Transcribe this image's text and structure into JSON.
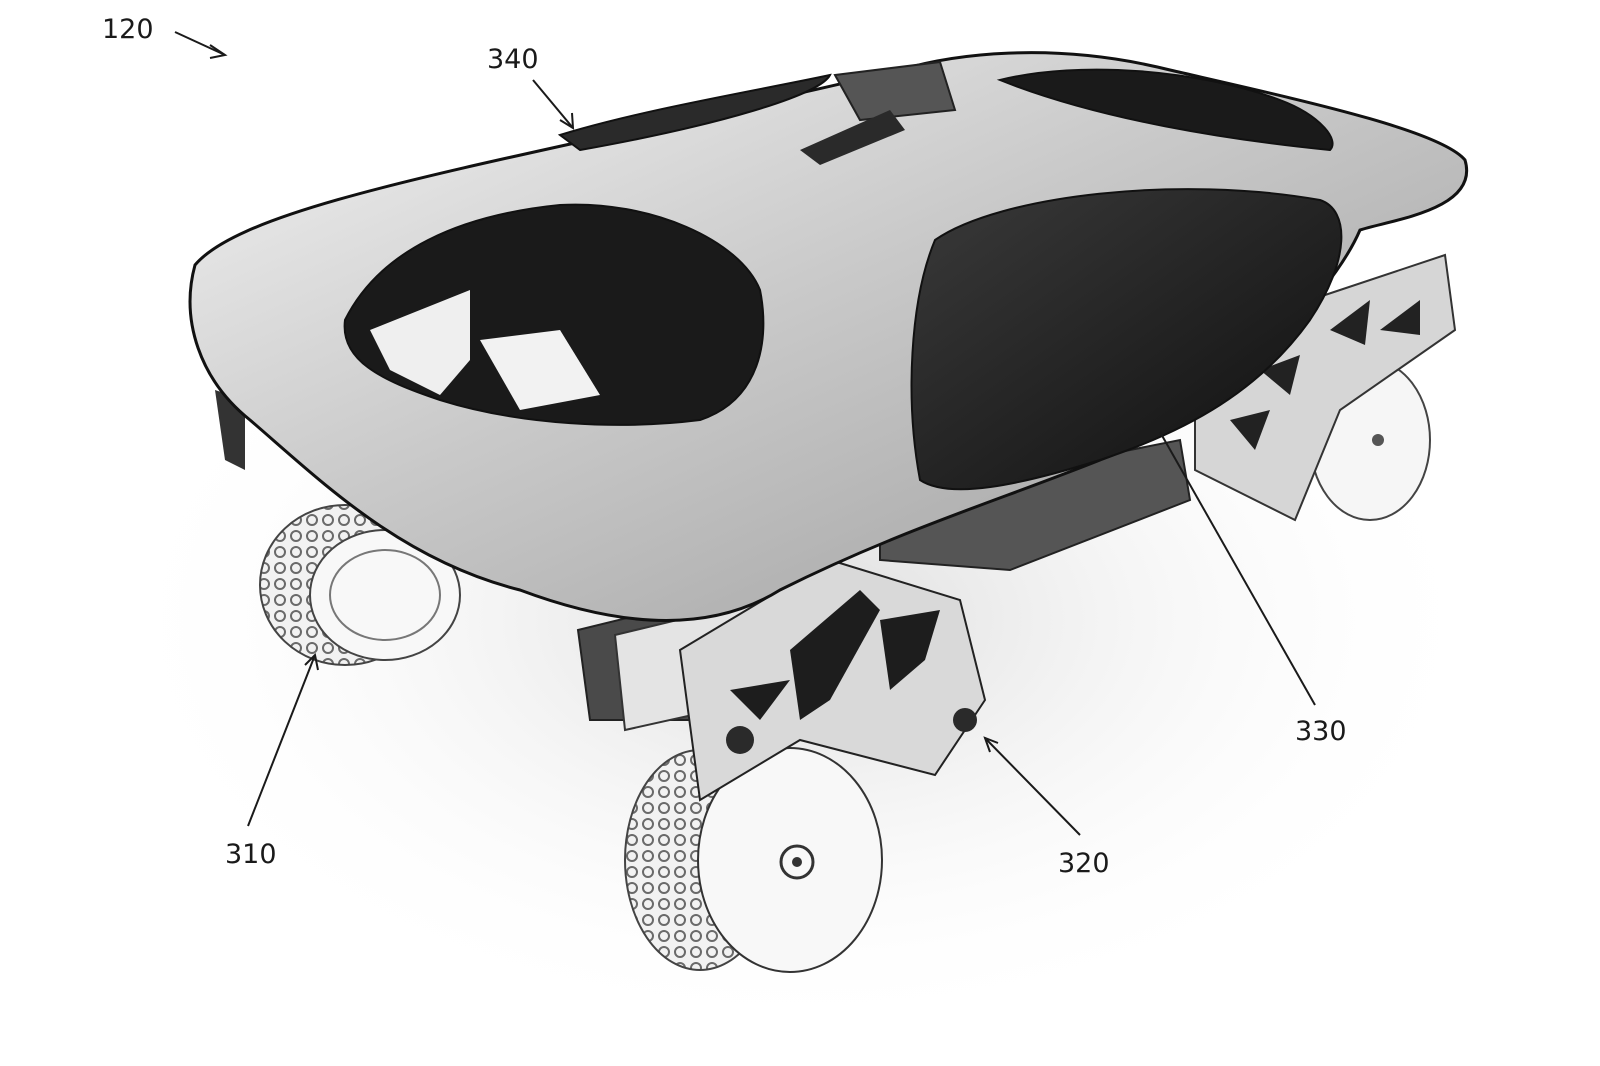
{
  "figure": {
    "title": "",
    "reference_numerals": {
      "device": "120",
      "wheel": "310",
      "leg_bracket": "320",
      "side_panel": "330",
      "top_sensor": "340"
    }
  }
}
